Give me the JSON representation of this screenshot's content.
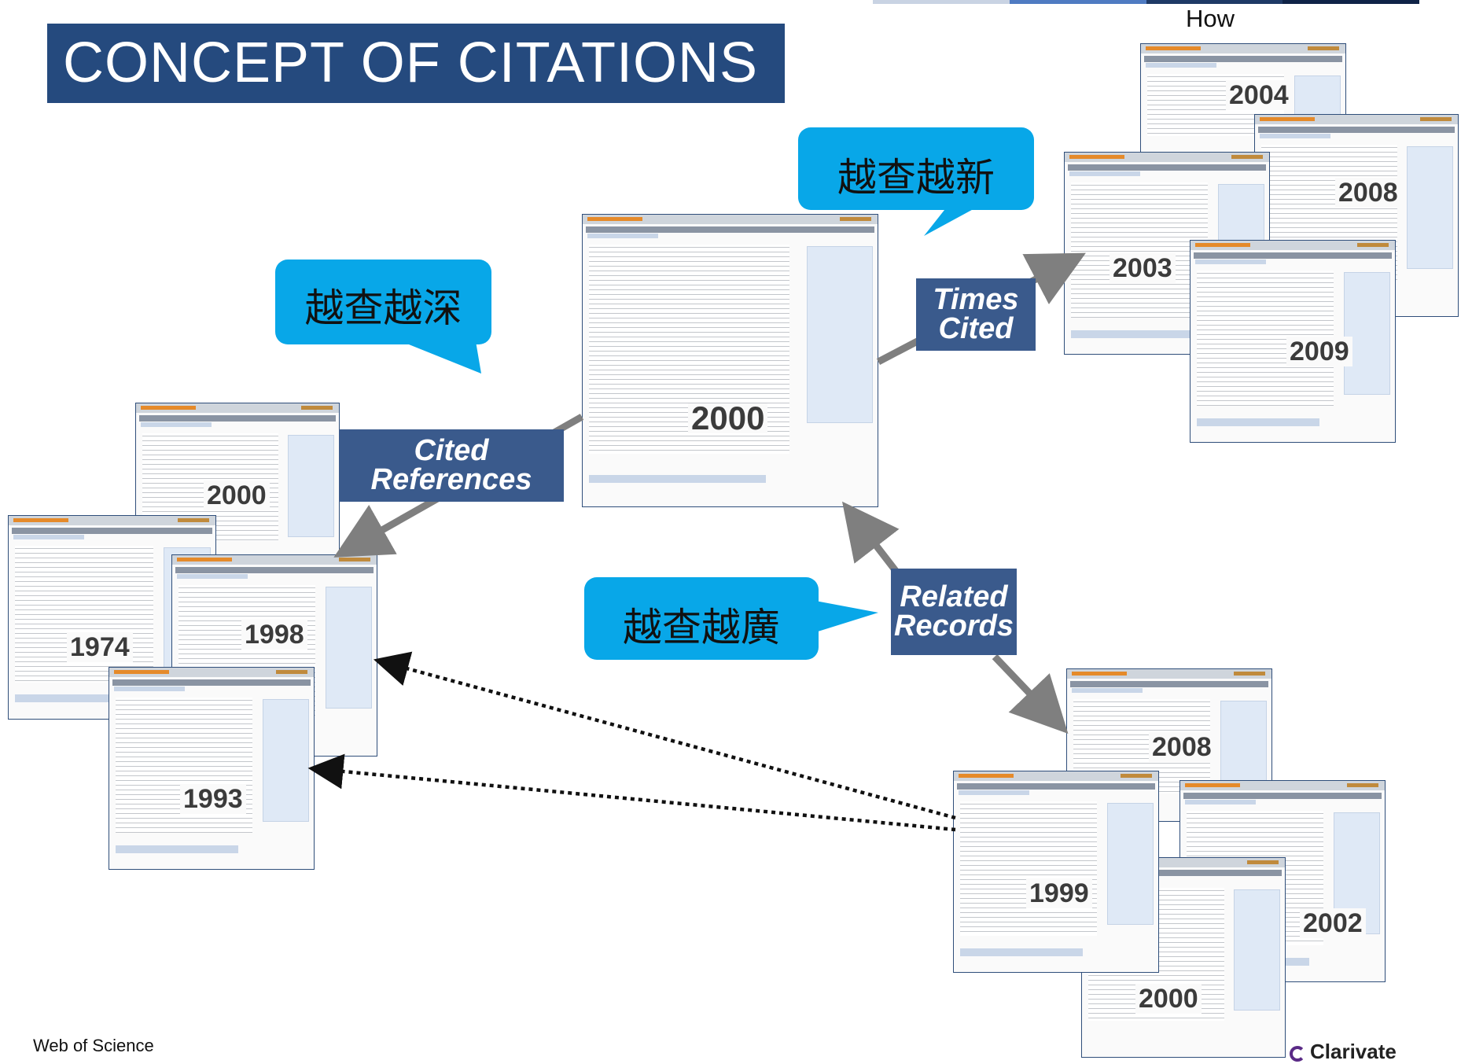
{
  "title": "CONCEPT OF CITATIONS",
  "header_tag": "How",
  "topbar_colors": [
    "#c9d3e3",
    "#4f7bc2",
    "#1f3a66",
    "#0f2347"
  ],
  "colors": {
    "title_bg": "#254a7e",
    "callout": "#08a7e8",
    "label_bg": "#3a5a8c",
    "arrow": "#7f7f7f"
  },
  "callouts": {
    "deeper": "越查越深",
    "newer": "越查越新",
    "broader": "越查越廣"
  },
  "labels": {
    "cited_references": [
      "Cited",
      "References"
    ],
    "times_cited": [
      "Times",
      "Cited"
    ],
    "related_records": [
      "Related",
      "Records"
    ]
  },
  "records": {
    "center": "2000",
    "cited": [
      "2000",
      "1974",
      "1998",
      "1993"
    ],
    "citing": [
      "2004",
      "2008",
      "2003",
      "2009"
    ],
    "related": [
      "2008",
      "1999",
      "2002",
      "2000"
    ]
  },
  "footer": {
    "left": "Web of Science",
    "right": "Clarivate"
  }
}
